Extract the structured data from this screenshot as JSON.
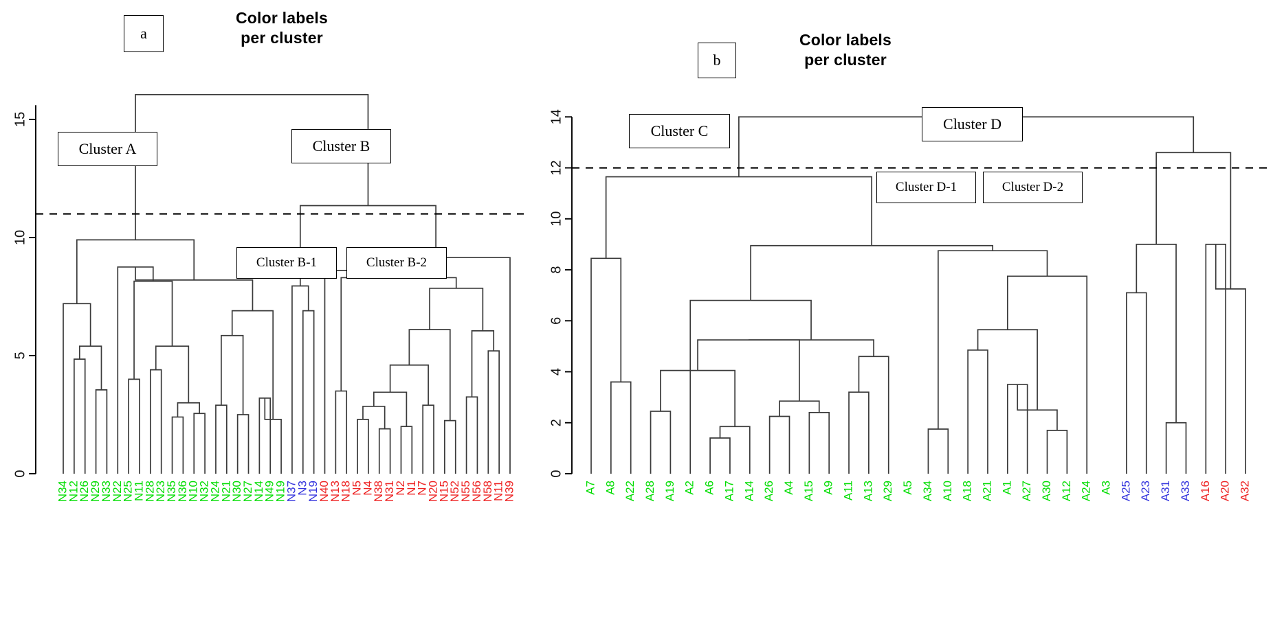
{
  "figure": {
    "type": "dendrogram-pair",
    "background": "#ffffff",
    "label_colors": {
      "green": "#00dd00",
      "blue": "#3333dd",
      "red": "#ee2222"
    }
  },
  "panel_a": {
    "tag": "a",
    "title_line1": "Color labels",
    "title_line2": "per cluster",
    "axis": {
      "ticks": [
        "0",
        "5",
        "10",
        "15"
      ],
      "tick_values": [
        0,
        5,
        10,
        15
      ],
      "ymin": 0,
      "ymax": 16.8
    },
    "cut_height": 11.0,
    "cluster_boxes": [
      {
        "label": "Cluster A"
      },
      {
        "label": "Cluster B"
      },
      {
        "label": "Cluster B-1"
      },
      {
        "label": "Cluster B-2"
      }
    ],
    "leaves": [
      {
        "label": "N34",
        "color": "green"
      },
      {
        "label": "N12",
        "color": "green"
      },
      {
        "label": "N26",
        "color": "green"
      },
      {
        "label": "N29",
        "color": "green"
      },
      {
        "label": "N33",
        "color": "green"
      },
      {
        "label": "N22",
        "color": "green"
      },
      {
        "label": "N25",
        "color": "green"
      },
      {
        "label": "N11",
        "color": "green"
      },
      {
        "label": "N28",
        "color": "green"
      },
      {
        "label": "N23",
        "color": "green"
      },
      {
        "label": "N35",
        "color": "green"
      },
      {
        "label": "N36",
        "color": "green"
      },
      {
        "label": "N10",
        "color": "green"
      },
      {
        "label": "N32",
        "color": "green"
      },
      {
        "label": "N24",
        "color": "green"
      },
      {
        "label": "N21",
        "color": "green"
      },
      {
        "label": "N30",
        "color": "green"
      },
      {
        "label": "N27",
        "color": "green"
      },
      {
        "label": "N14",
        "color": "green"
      },
      {
        "label": "N49",
        "color": "green"
      },
      {
        "label": "N19",
        "color": "green"
      },
      {
        "label": "N37",
        "color": "blue"
      },
      {
        "label": "N3",
        "color": "blue"
      },
      {
        "label": "N19",
        "color": "blue"
      },
      {
        "label": "N40",
        "color": "red"
      },
      {
        "label": "N13",
        "color": "red"
      },
      {
        "label": "N18",
        "color": "red"
      },
      {
        "label": "N5",
        "color": "red"
      },
      {
        "label": "N4",
        "color": "red"
      },
      {
        "label": "N38",
        "color": "red"
      },
      {
        "label": "N31",
        "color": "red"
      },
      {
        "label": "N2",
        "color": "red"
      },
      {
        "label": "N1",
        "color": "red"
      },
      {
        "label": "N7",
        "color": "red"
      },
      {
        "label": "N20",
        "color": "red"
      },
      {
        "label": "N15",
        "color": "red"
      },
      {
        "label": "N52",
        "color": "red"
      },
      {
        "label": "N55",
        "color": "red"
      },
      {
        "label": "N56",
        "color": "red"
      },
      {
        "label": "N58",
        "color": "red"
      },
      {
        "label": "N11",
        "color": "red"
      },
      {
        "label": "N39",
        "color": "red"
      }
    ],
    "merges": [
      {
        "a": 0,
        "b": 1,
        "h": 7.2
      },
      {
        "a": 2,
        "b": 3,
        "h": 3.6
      },
      {
        "a": "m1",
        "b": "m2",
        "h": 4.9
      },
      {
        "a": "m0",
        "b": "m3",
        "h": 5.4
      },
      {
        "a": "m4",
        "b": 4,
        "h": 9.9
      },
      {
        "a": 5,
        "b": 6,
        "h": 4.0
      },
      {
        "a": 7,
        "b": 8,
        "h": 4.4
      },
      {
        "a": 9,
        "b": 10,
        "h": 2.4
      },
      {
        "a": 11,
        "b": 12,
        "h": 2.5
      },
      {
        "a": "m7",
        "b": "m8",
        "h": 3.0
      },
      {
        "a": "m6",
        "b": "m9",
        "h": 5.4
      },
      {
        "a": "m5",
        "b": "m10",
        "h": 8.15
      },
      {
        "a": 13,
        "b": 14,
        "h": 2.9
      },
      {
        "a": 15,
        "b": 16,
        "h": 2.5
      },
      {
        "a": "m12",
        "b": "m13",
        "h": 5.85
      },
      {
        "a": 17,
        "b": 18,
        "h": 3.2
      },
      {
        "a": 19,
        "b": 20,
        "h": 2.3
      },
      {
        "a": "m15",
        "b": "m16",
        "h": 4.0
      },
      {
        "a": "m14",
        "b": "m17",
        "h": 6.9
      },
      {
        "a": "m11",
        "b": "m18",
        "h": 8.2
      },
      {
        "a": "m19",
        "b": "m20pl",
        "h": 8.75
      },
      {
        "a": 21,
        "b": 22,
        "h": 6.9
      },
      {
        "a": "m21",
        "b": 23,
        "h": 7.95
      },
      {
        "a": 24,
        "b": 25,
        "h": 3.5
      },
      {
        "a": 26,
        "b": 27,
        "h": 2.3
      },
      {
        "a": 28,
        "b": 29,
        "h": 1.9
      },
      {
        "a": 30,
        "b": 31,
        "h": 2.0
      },
      {
        "a": 32,
        "b": 33,
        "h": 2.8
      },
      {
        "a": 34,
        "b": 35,
        "h": 2.9
      },
      {
        "a": 36,
        "b": 37,
        "h": 3.25
      },
      {
        "a": 38,
        "b": 39,
        "h": 5.2
      },
      {
        "a": 40,
        "b": 41,
        "h": 8.3
      }
    ]
  },
  "panel_b": {
    "tag": "b",
    "title_line1": "Color labels",
    "title_line2": "per cluster",
    "axis": {
      "ticks": [
        "0",
        "2",
        "4",
        "6",
        "8",
        "10",
        "12",
        "14"
      ],
      "tick_values": [
        0,
        2,
        4,
        6,
        8,
        10,
        12,
        14
      ],
      "ymin": 0,
      "ymax": 14.6
    },
    "cut_height": 12.0,
    "cluster_boxes": [
      {
        "label": "Cluster C"
      },
      {
        "label": "Cluster D"
      },
      {
        "label": "Cluster D-1"
      },
      {
        "label": "Cluster D-2"
      }
    ],
    "leaves": [
      {
        "label": "A7",
        "color": "green"
      },
      {
        "label": "A8",
        "color": "green"
      },
      {
        "label": "A22",
        "color": "green"
      },
      {
        "label": "A28",
        "color": "green"
      },
      {
        "label": "A19",
        "color": "green"
      },
      {
        "label": "A2",
        "color": "green"
      },
      {
        "label": "A6",
        "color": "green"
      },
      {
        "label": "A17",
        "color": "green"
      },
      {
        "label": "A14",
        "color": "green"
      },
      {
        "label": "A26",
        "color": "green"
      },
      {
        "label": "A4",
        "color": "green"
      },
      {
        "label": "A15",
        "color": "green"
      },
      {
        "label": "A9",
        "color": "green"
      },
      {
        "label": "A11",
        "color": "green"
      },
      {
        "label": "A13",
        "color": "green"
      },
      {
        "label": "A29",
        "color": "green"
      },
      {
        "label": "A5",
        "color": "green"
      },
      {
        "label": "A34",
        "color": "green"
      },
      {
        "label": "A10",
        "color": "green"
      },
      {
        "label": "A18",
        "color": "green"
      },
      {
        "label": "A21",
        "color": "green"
      },
      {
        "label": "A1",
        "color": "green"
      },
      {
        "label": "A27",
        "color": "green"
      },
      {
        "label": "A30",
        "color": "green"
      },
      {
        "label": "A12",
        "color": "green"
      },
      {
        "label": "A24",
        "color": "green"
      },
      {
        "label": "A3",
        "color": "green"
      },
      {
        "label": "A25",
        "color": "blue"
      },
      {
        "label": "A23",
        "color": "blue"
      },
      {
        "label": "A31",
        "color": "blue"
      },
      {
        "label": "A33",
        "color": "blue"
      },
      {
        "label": "A16",
        "color": "red"
      },
      {
        "label": "A20",
        "color": "red"
      },
      {
        "label": "A32",
        "color": "red"
      }
    ]
  }
}
